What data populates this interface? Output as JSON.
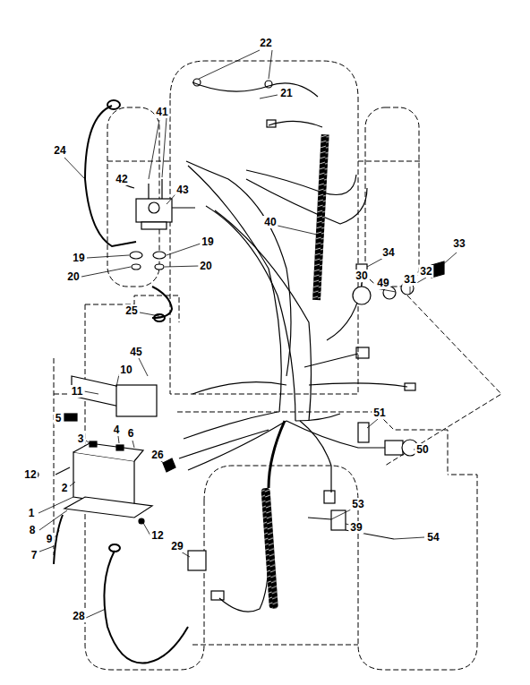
{
  "diagram": {
    "labels": [
      "22",
      "21",
      "41",
      "24",
      "42",
      "43",
      "40",
      "19",
      "20",
      "19",
      "20",
      "34",
      "33",
      "32",
      "31",
      "49",
      "30",
      "25",
      "45",
      "10",
      "11",
      "5",
      "3",
      "4",
      "6",
      "2",
      "12",
      "1",
      "8",
      "9",
      "7",
      "12",
      "26",
      "51",
      "50",
      "53",
      "39",
      "54",
      "29",
      "28"
    ]
  }
}
